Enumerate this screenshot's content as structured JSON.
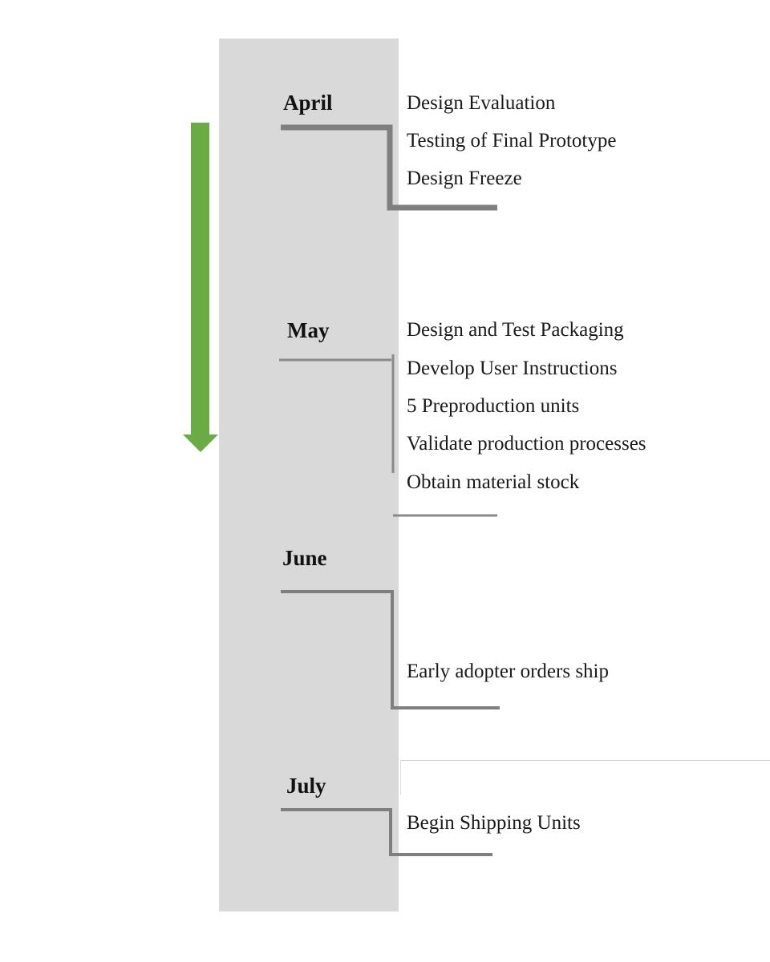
{
  "timeline": {
    "months": [
      {
        "label": "April",
        "tasks": [
          "Design Evaluation",
          "Testing of Final Prototype",
          "Design Freeze"
        ]
      },
      {
        "label": "May",
        "tasks": [
          "Design and Test Packaging",
          "Develop User Instructions",
          "5 Preproduction units",
          "Validate production processes",
          "Obtain material stock"
        ]
      },
      {
        "label": "June",
        "tasks": [
          "Early adopter orders ship"
        ]
      },
      {
        "label": "July",
        "tasks": [
          "Begin Shipping Units"
        ]
      }
    ]
  },
  "colors": {
    "band": "#d9d9d9",
    "arrow": "#6aab45",
    "bracket": "#7f7f7f"
  },
  "icons": {
    "direction": "arrow-down-icon"
  }
}
